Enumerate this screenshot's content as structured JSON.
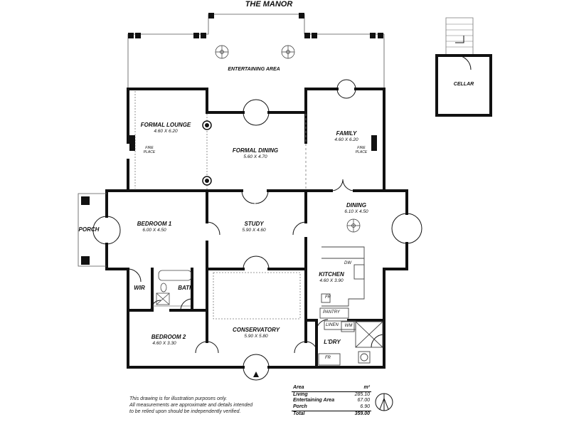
{
  "title": "THE MANOR",
  "rooms": {
    "entertaining": {
      "name": "ENTERTAINING AREA"
    },
    "formal_lounge": {
      "name": "FORMAL LOUNGE",
      "dim": "4.60 X 6.20"
    },
    "formal_dining": {
      "name": "FORMAL DINING",
      "dim": "5.60 X 4.70"
    },
    "family": {
      "name": "FAMILY",
      "dim": "4.60 X 6.20"
    },
    "bedroom1": {
      "name": "BEDROOM 1",
      "dim": "6.00 X 4.50"
    },
    "study": {
      "name": "STUDY",
      "dim": "5.90 X 4.60"
    },
    "dining": {
      "name": "DINING",
      "dim": "6.10 X 4.50"
    },
    "kitchen": {
      "name": "KITCHEN",
      "dim": "4.60 X 3.90"
    },
    "bedroom2": {
      "name": "BEDROOM 2",
      "dim": "4.60 X 3.30"
    },
    "conservatory": {
      "name": "CONSERVATORY",
      "dim": "5.90 X 5.80"
    },
    "porch": {
      "name": "PORCH"
    },
    "wir": {
      "name": "WIR"
    },
    "bath": {
      "name": "BATH"
    },
    "laundry": {
      "name": "L'DRY"
    },
    "pantry": {
      "name": "PANTRY"
    },
    "linen": {
      "name": "LINEN"
    },
    "cellar": {
      "name": "CELLAR"
    }
  },
  "fixtures": {
    "fireplace_line1": "FIRE",
    "fireplace_line2": "PLACE",
    "dishwasher": "DW",
    "fridge": "FR",
    "washing_machine": "WM",
    "laundry_fridge": "FR"
  },
  "disclaimer": [
    "This drawing is for illustration purposes only.",
    "All measurements are approximate and details intended",
    "to be relied upon should be independently verified."
  ],
  "area_table": {
    "header_label": "Area",
    "header_unit": "m²",
    "rows": [
      {
        "name": "Living",
        "value": "285.10"
      },
      {
        "name": "Entertaining Area",
        "value": "67.00"
      },
      {
        "name": "Porch",
        "value": "6.90"
      }
    ],
    "total_label": "Total",
    "total_value": "359.00"
  }
}
